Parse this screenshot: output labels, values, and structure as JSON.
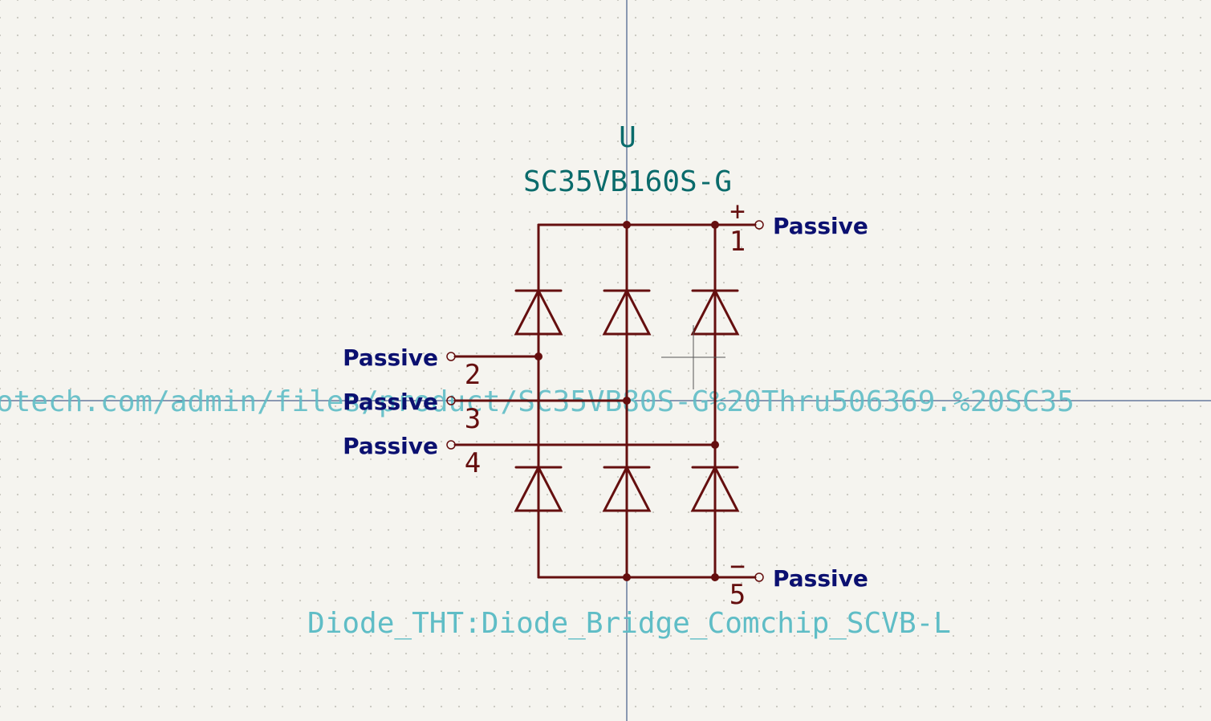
{
  "symbol": {
    "reference": "U",
    "value": "SC35VB160S-G",
    "footprint": "Diode_THT:Diode_Bridge_Comchip_SCVB-L",
    "datasheet_fragment": "otech.com/admin/files/product/SC35VB80S-G%20Thru506369.%20SC35"
  },
  "pins": [
    {
      "number": "1",
      "name": "+",
      "type": "Passive"
    },
    {
      "number": "2",
      "name": "",
      "type": "Passive"
    },
    {
      "number": "3",
      "name": "",
      "type": "Passive"
    },
    {
      "number": "4",
      "name": "",
      "type": "Passive"
    },
    {
      "number": "5",
      "name": "−",
      "type": "Passive"
    }
  ],
  "colors": {
    "background": "#f5f4ef",
    "grid_dot": "#c9c8c0",
    "axis": "#1f3d73",
    "symbol_body": "#650f0f",
    "field_text": "#0a6b6b",
    "hidden_text": "#5fbdc6",
    "pin_type_text": "#0b1070",
    "cursor": "#555555"
  }
}
